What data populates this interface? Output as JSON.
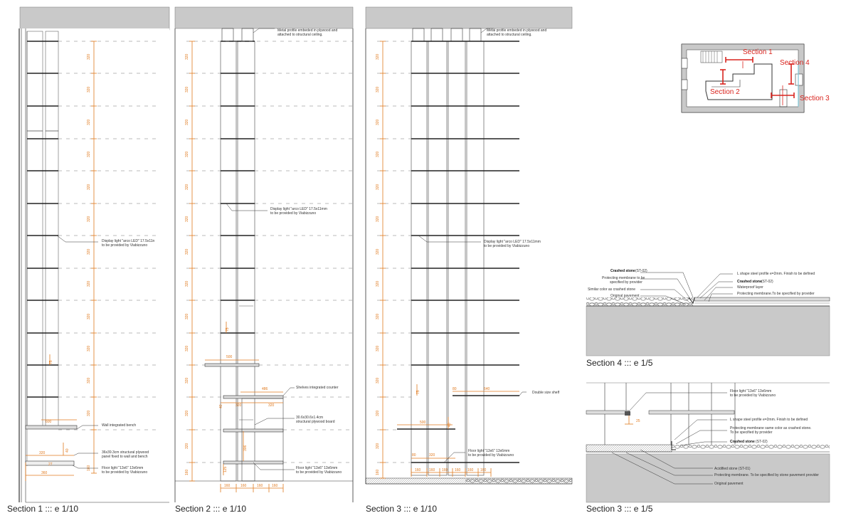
{
  "captions": {
    "s1": "Section 1 ::: e 1/10",
    "s2": "Section 2  ::: e 1/10",
    "s3": "Section 3 ::: e 1/10",
    "s4d": "Section 4 ::: e 1/5",
    "s3d": "Section 3  ::: e 1/5"
  },
  "notes": {
    "metal_profile_1": "Metal profile embeded in plywood and",
    "metal_profile_2": "attached to structural ceiling.",
    "display_light_1": "Display light \"arco LED\" 17.5x11mm",
    "display_light_1_cut": "Display light \"arco LED\" 17.5x11n",
    "display_light_2": "to be provided by Viabizzuno",
    "wall_bench": "Wall integrated bench",
    "plywood_panel_1": "36x39.3cm structural plywood",
    "plywood_panel_2": "panel fixed to wall and bench",
    "floor_light_1": "Floor light \"13x6\" 13x6mm",
    "floor_light_2": "to be provided by Viabizzuno",
    "shelves_counter": "Shelves integrated counter",
    "plywood_board_1": "30.6x30.6x1.4cm",
    "plywood_board_2": "structural plywood board",
    "double_shelf": "Double size shelf"
  },
  "s1_dims": {
    "shelf_spacing": "320",
    "top_gap": "160",
    "bench_width": "600",
    "bench_depth": "320",
    "base_width": "360",
    "bench_gap": "27",
    "panel_offset": "40",
    "shelf_offset": "75"
  },
  "s2_dims": {
    "shelf_spacing": "320",
    "bottom_gap": "160",
    "counter_width": "500",
    "shelf_width": "486",
    "shelf_gap": "75",
    "offset_a": "320",
    "offset_b": "320",
    "offset_c": "40",
    "offset_d": "306",
    "offset_e": "125",
    "base_a": "160",
    "base_b": "160",
    "base_c": "160",
    "base_d": "160"
  },
  "s3_dims": {
    "shelf_spacing": "320",
    "bottom_gap": "160",
    "double_shelf": "640",
    "shelf_gap": "80",
    "offset_a": "500",
    "offset_b": "40",
    "offset_c": "75",
    "floor_a": "80",
    "floor_b": "320",
    "base_a": "160",
    "base_b": "160",
    "base_c": "160",
    "base_d": "160",
    "base_e": "160",
    "base_f": "160"
  },
  "detail4": {
    "l_profile": "L shape steel profile e=2mm. Finish to be defined",
    "crashed_left": "Crashed stone",
    "crashed_left_code": "(ST-02)",
    "crashed_right": "Crashed stone",
    "crashed_right_code": "(ST-02)",
    "membrane_a": "Protecting membrane to be",
    "membrane_b": "specified by provider",
    "waterproof": "Waterproof layer",
    "similar_color": "Similar color as crashed stone",
    "protect_membrane": "Protecting membrane.To be specified by provider",
    "orig_pavement": "Original pavement"
  },
  "detail3": {
    "floor_light_1": "Floor light \"13x6\" 13x6mm",
    "floor_light_2": "to be provided by Viabizzuno",
    "dim": "25",
    "l_profile": "L shape steel profile e=2mm. Finish to be defined",
    "membrane_1": "Protecting membrane same color as crashed stone.",
    "membrane_2": "To be specified by provider",
    "crashed": "Crashed stone",
    "crashed_code": "(ST-02)",
    "acidified": "Acidified stone (ST-01)",
    "protect": "Protecting membrane. To be specified by stone pavement provider",
    "orig": "Original pavement"
  },
  "keyplan": {
    "sec1": "Section 1",
    "sec2": "Section 2",
    "sec3": "Section 3",
    "sec4": "Section 4"
  },
  "colors": {
    "dimension": "#e07a1f",
    "section_marker": "#d9241e",
    "ceiling_fill": "#c9c9c9",
    "line": "#333333"
  }
}
